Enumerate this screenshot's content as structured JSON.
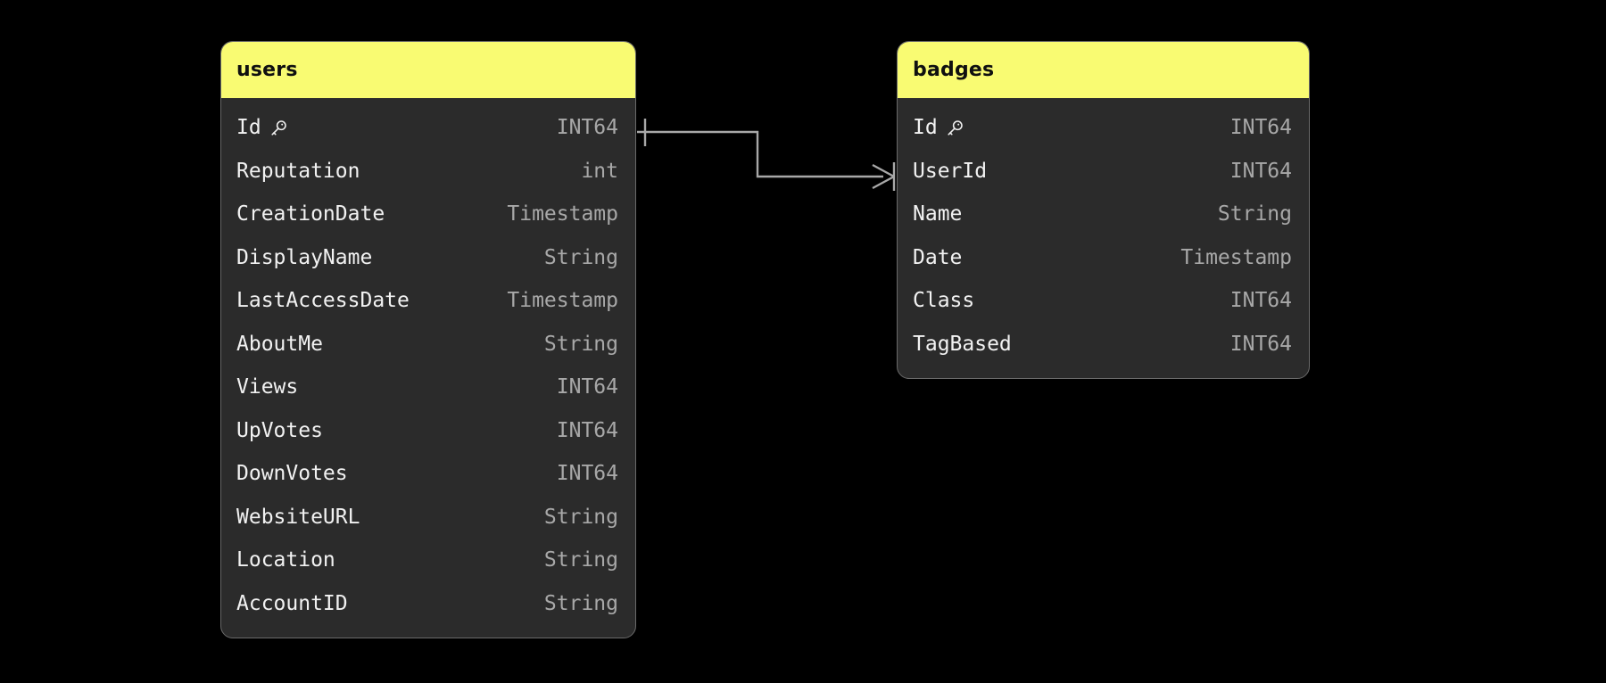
{
  "diagram": {
    "type": "entity-relationship-diagram",
    "background_color": "#000000",
    "header_color": "#f9fb72",
    "body_color": "#2b2b2b",
    "border_color": "#6a6a6a",
    "field_name_color": "#f2f2f2",
    "field_type_color": "#a8a8a8",
    "line_color": "#a8a8a8"
  },
  "entities": [
    {
      "id": "users",
      "title": "users",
      "fields": [
        {
          "name": "Id",
          "type": "INT64",
          "key": true,
          "key_icon": "key-icon"
        },
        {
          "name": "Reputation",
          "type": "int",
          "key": false
        },
        {
          "name": "CreationDate",
          "type": "Timestamp",
          "key": false
        },
        {
          "name": "DisplayName",
          "type": "String",
          "key": false
        },
        {
          "name": "LastAccessDate",
          "type": "Timestamp",
          "key": false
        },
        {
          "name": "AboutMe",
          "type": "String",
          "key": false
        },
        {
          "name": "Views",
          "type": "INT64",
          "key": false
        },
        {
          "name": "UpVotes",
          "type": "INT64",
          "key": false
        },
        {
          "name": "DownVotes",
          "type": "INT64",
          "key": false
        },
        {
          "name": "WebsiteURL",
          "type": "String",
          "key": false
        },
        {
          "name": "Location",
          "type": "String",
          "key": false
        },
        {
          "name": "AccountID",
          "type": "String",
          "key": false
        }
      ]
    },
    {
      "id": "badges",
      "title": "badges",
      "fields": [
        {
          "name": "Id",
          "type": "INT64",
          "key": true,
          "key_icon": "key-icon"
        },
        {
          "name": "UserId",
          "type": "INT64",
          "key": false
        },
        {
          "name": "Name",
          "type": "String",
          "key": false
        },
        {
          "name": "Date",
          "type": "Timestamp",
          "key": false
        },
        {
          "name": "Class",
          "type": "INT64",
          "key": false
        },
        {
          "name": "TagBased",
          "type": "INT64",
          "key": false
        }
      ]
    }
  ],
  "relationships": [
    {
      "from_entity": "users",
      "from_field": "Id",
      "to_entity": "badges",
      "to_field": "UserId",
      "from_cardinality": "one",
      "to_cardinality": "many"
    }
  ]
}
